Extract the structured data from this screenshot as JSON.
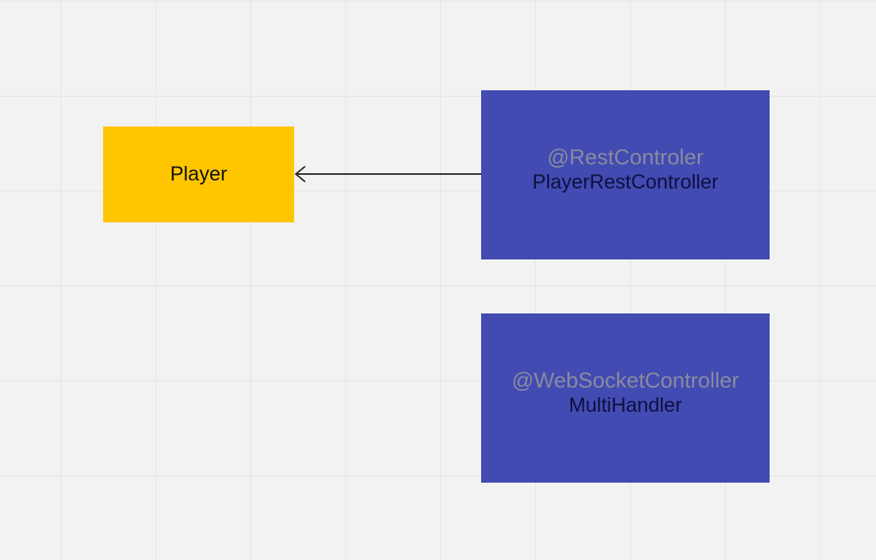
{
  "diagram": {
    "colors": {
      "player_fill": "#ffc600",
      "controller_fill": "#414bb2",
      "annotation_text": "#8a8a9e",
      "name_text": "#0f1040",
      "player_text": "#111111",
      "connector": "#2b2b2b",
      "grid_background": "#f2f2f2"
    },
    "nodes": {
      "player": {
        "label": "Player"
      },
      "rest_controller": {
        "annotation": "@RestControler",
        "name": "PlayerRestController"
      },
      "websocket_controller": {
        "annotation": "@WebSocketController",
        "name": "MultiHandler"
      }
    },
    "connectors": [
      {
        "from": "PlayerRestController",
        "to": "Player",
        "arrowhead": "open-arrow"
      }
    ]
  }
}
